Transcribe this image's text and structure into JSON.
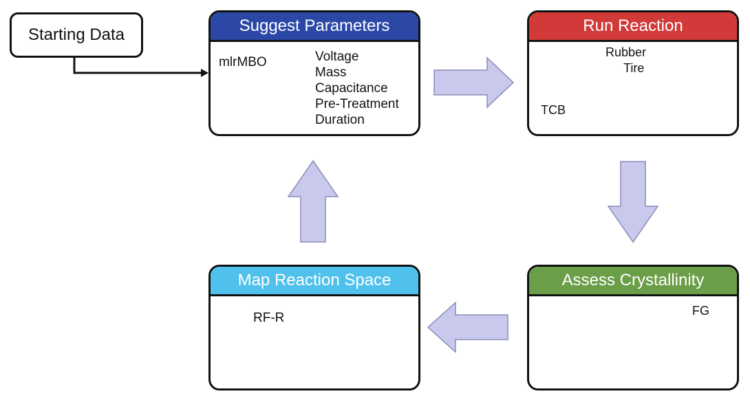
{
  "start": {
    "label": "Starting Data"
  },
  "suggest": {
    "title": "Suggest Parameters",
    "method": "mlrMBO",
    "params": [
      "Voltage",
      "Mass",
      "Capacitance",
      "Pre-Treatment",
      "Duration"
    ]
  },
  "run": {
    "title": "Run Reaction",
    "tcb_label": "TCB",
    "tire_label_1": "Rubber",
    "tire_label_2": "Tire"
  },
  "assess": {
    "title": "Assess Crystallinity",
    "fg_label": "FG"
  },
  "map": {
    "title": "Map Reaction Space",
    "model_label": "RF-R"
  },
  "colors": {
    "suggest_header": "#2b48a6",
    "run_header": "#d23a3a",
    "assess_header": "#6b9e48",
    "map_header": "#4fc1ec",
    "flow_arrow": "#c9c9ee",
    "flow_arrow_stroke": "#8a8ab8",
    "computer": "#6aa0dc",
    "tree_node": "#2f7fd0",
    "tree_edge": "#6ec6ec",
    "fg_dash": "#3daa3d"
  }
}
